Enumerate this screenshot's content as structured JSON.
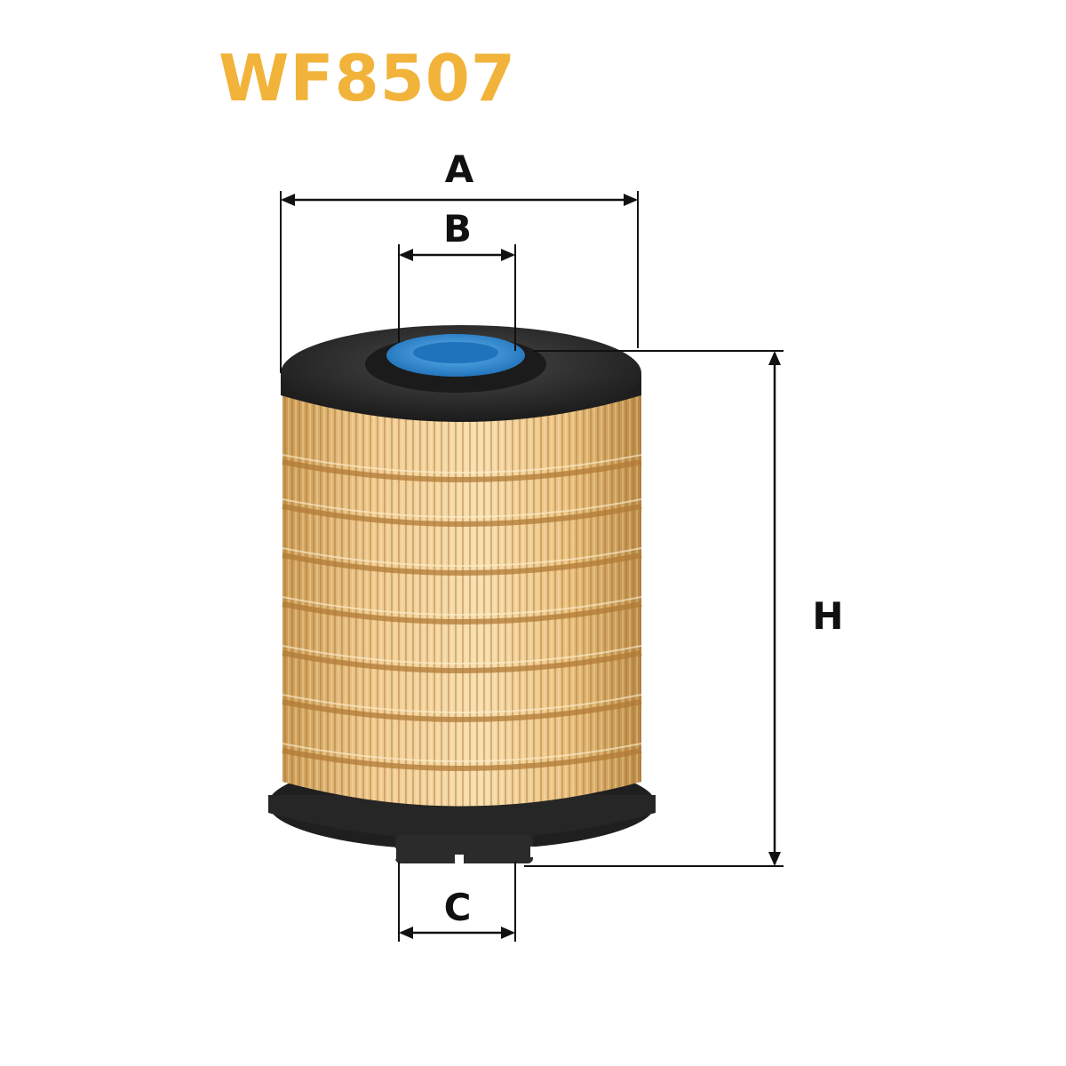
{
  "product": {
    "code": "WF8507"
  },
  "dimensions": {
    "a": "A",
    "b": "B",
    "c": "C",
    "h": "H"
  },
  "colors": {
    "title": "#f2b33a",
    "filter_media": "#efc98d",
    "end_cap": "#2c2c2c",
    "seal": "#2f93d8",
    "dimension_lines": "#111111"
  }
}
